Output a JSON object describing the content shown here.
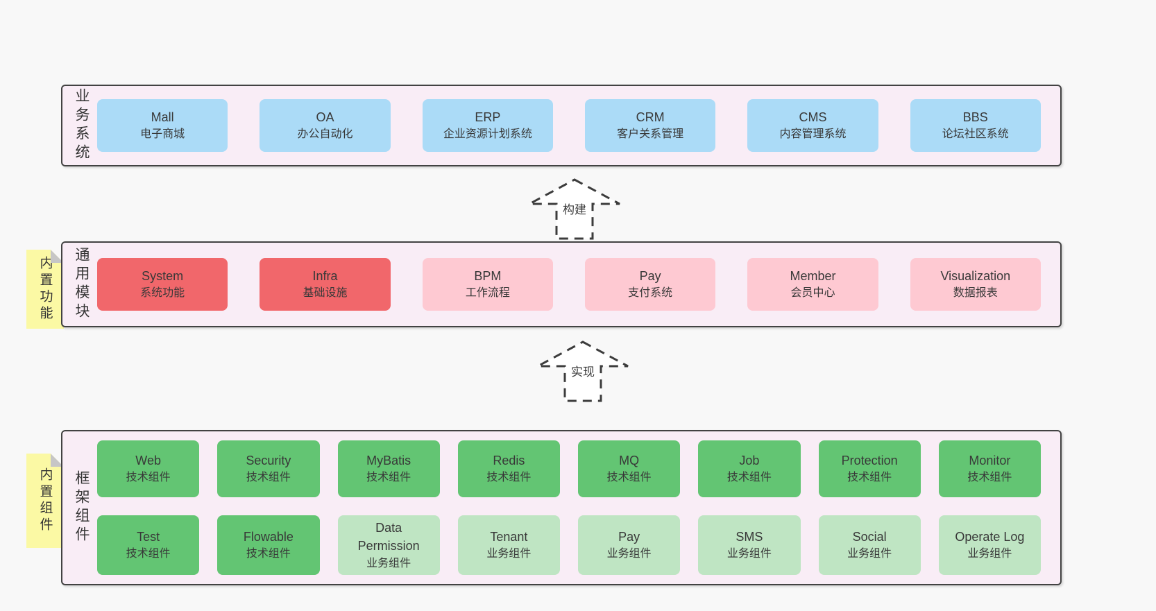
{
  "palette": {
    "page_bg": "#f8f8f8",
    "container_bg": "#f9edf6",
    "container_border": "#424242",
    "blue_box": "#abdbf7",
    "red_box": "#f1676b",
    "pink_box": "#fec9d2",
    "green_box": "#63c573",
    "light_green_box": "#bfe5c3",
    "sticky_yellow": "#fbf9a4",
    "text": "#383838"
  },
  "sections": {
    "business": {
      "label": "业务系统",
      "boxes": [
        {
          "name": "Mall",
          "desc": "电子商城"
        },
        {
          "name": "OA",
          "desc": "办公自动化"
        },
        {
          "name": "ERP",
          "desc": "企业资源计划系统"
        },
        {
          "name": "CRM",
          "desc": "客户关系管理"
        },
        {
          "name": "CMS",
          "desc": "内容管理系统"
        },
        {
          "name": "BBS",
          "desc": "论坛社区系统"
        }
      ]
    },
    "modules": {
      "label": "通用模块",
      "sticky": "内置功能",
      "boxes": [
        {
          "name": "System",
          "desc": "系统功能"
        },
        {
          "name": "Infra",
          "desc": "基础设施"
        },
        {
          "name": "BPM",
          "desc": "工作流程"
        },
        {
          "name": "Pay",
          "desc": "支付系统"
        },
        {
          "name": "Member",
          "desc": "会员中心"
        },
        {
          "name": "Visualization",
          "desc": "数据报表"
        }
      ]
    },
    "framework": {
      "label": "框架组件",
      "sticky": "内置组件",
      "row1": [
        {
          "name": "Web",
          "desc": "技术组件"
        },
        {
          "name": "Security",
          "desc": "技术组件"
        },
        {
          "name": "MyBatis",
          "desc": "技术组件"
        },
        {
          "name": "Redis",
          "desc": "技术组件"
        },
        {
          "name": "MQ",
          "desc": "技术组件"
        },
        {
          "name": "Job",
          "desc": "技术组件"
        },
        {
          "name": "Protection",
          "desc": "技术组件"
        },
        {
          "name": "Monitor",
          "desc": "技术组件"
        }
      ],
      "row2": [
        {
          "name": "Test",
          "desc": "技术组件"
        },
        {
          "name": "Flowable",
          "desc": "技术组件"
        },
        {
          "name": "Data Permission",
          "desc": "业务组件"
        },
        {
          "name": "Tenant",
          "desc": "业务组件"
        },
        {
          "name": "Pay",
          "desc": "业务组件"
        },
        {
          "name": "SMS",
          "desc": "业务组件"
        },
        {
          "name": "Social",
          "desc": "业务组件"
        },
        {
          "name": "Operate Log",
          "desc": "业务组件"
        }
      ]
    }
  },
  "arrows": {
    "build": "构建",
    "implement": "实现"
  }
}
